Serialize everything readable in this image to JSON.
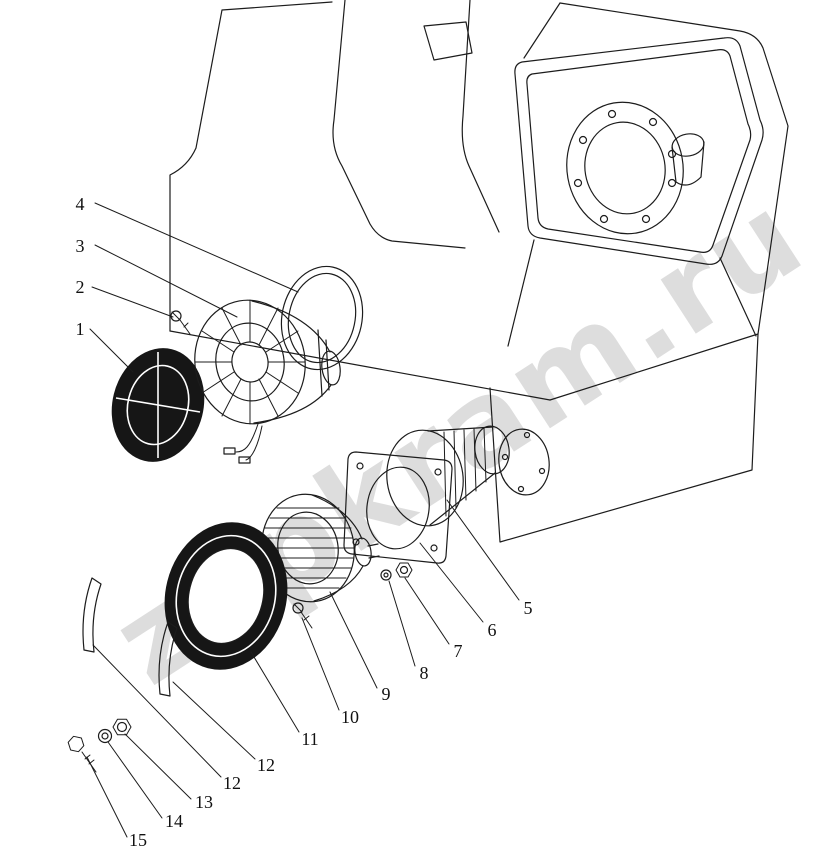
{
  "watermark": {
    "text": "zapkram.ru",
    "color": "#c7c7c7"
  },
  "callouts": [
    {
      "label": "4"
    },
    {
      "label": "3"
    },
    {
      "label": "2"
    },
    {
      "label": "1"
    },
    {
      "label": "5"
    },
    {
      "label": "6"
    },
    {
      "label": "7"
    },
    {
      "label": "8"
    },
    {
      "label": "9"
    },
    {
      "label": "10"
    },
    {
      "label": "11"
    },
    {
      "label": "12"
    },
    {
      "label": "12"
    },
    {
      "label": "13"
    },
    {
      "label": "14"
    },
    {
      "label": "15"
    }
  ]
}
